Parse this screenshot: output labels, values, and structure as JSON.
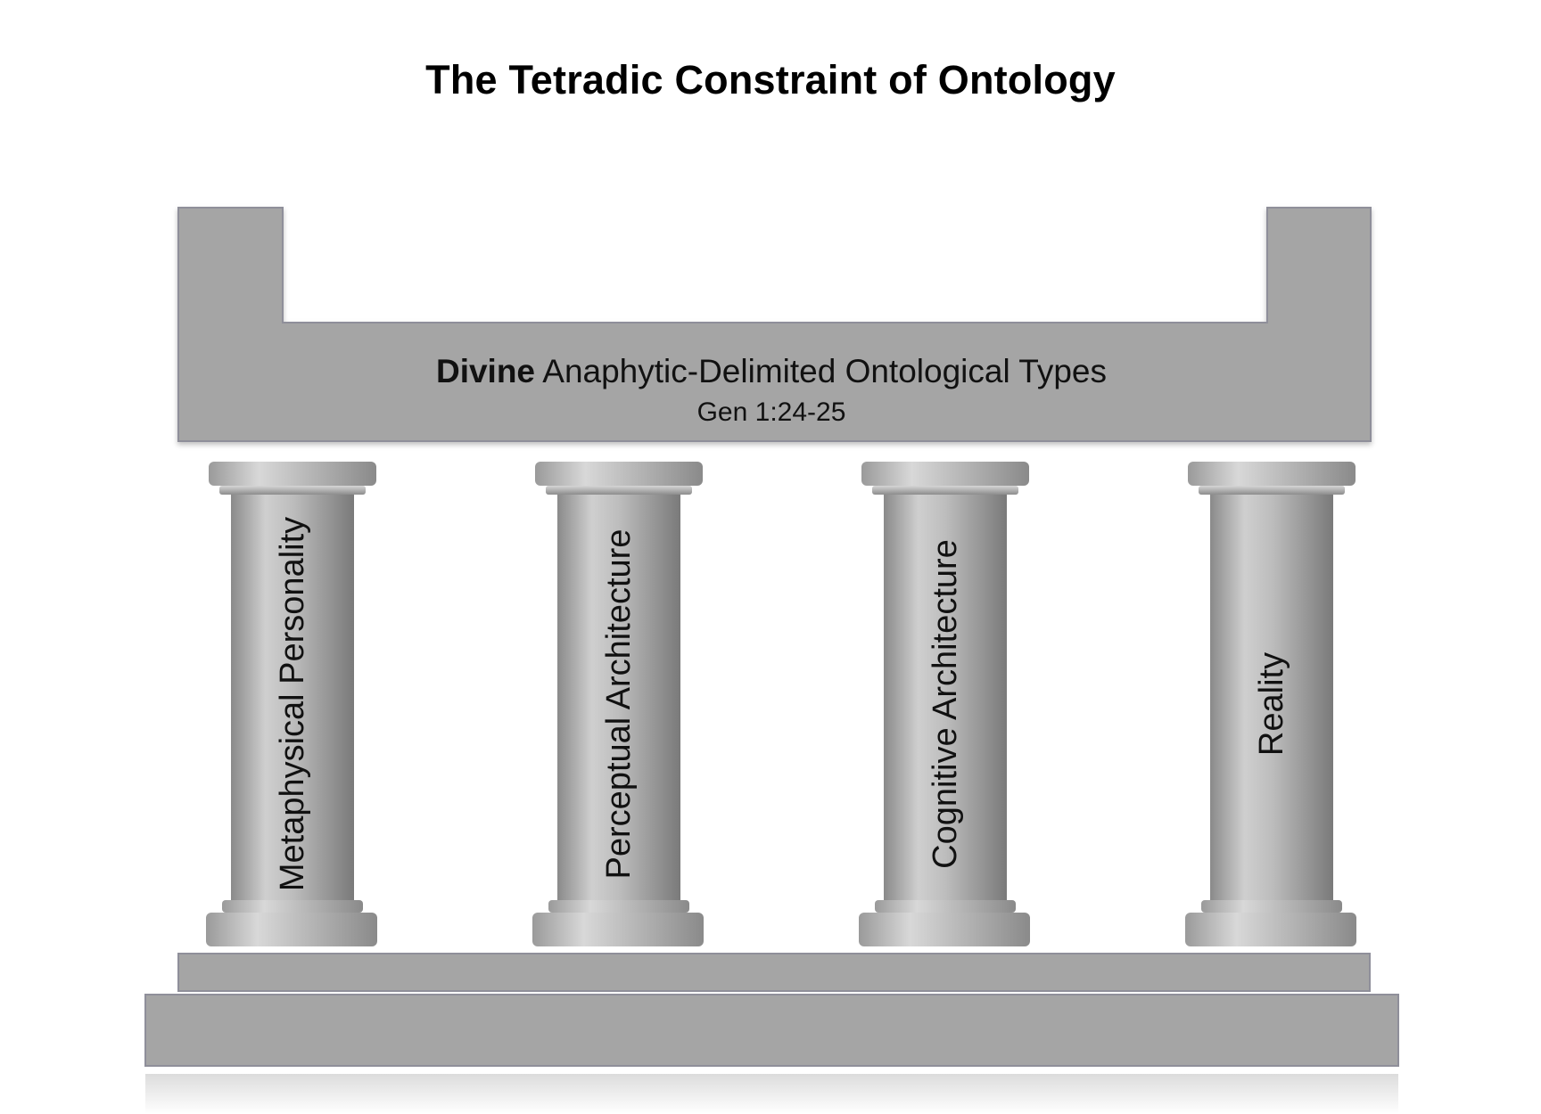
{
  "title": "The Tetradic Constraint of Ontology",
  "entablature": {
    "label_bold": "Divine",
    "label_rest": "Anaphytic-Delimited Ontological Types",
    "reference": "Gen 1:24-25"
  },
  "pillars": [
    {
      "label": "Metaphysical Personality"
    },
    {
      "label": "Perceptual Architecture"
    },
    {
      "label": "Cognitive Architecture"
    },
    {
      "label": "Reality"
    }
  ],
  "colors": {
    "stone": "#a5a5a5",
    "stone_edge": "#8f8f9a",
    "text": "#000000"
  }
}
